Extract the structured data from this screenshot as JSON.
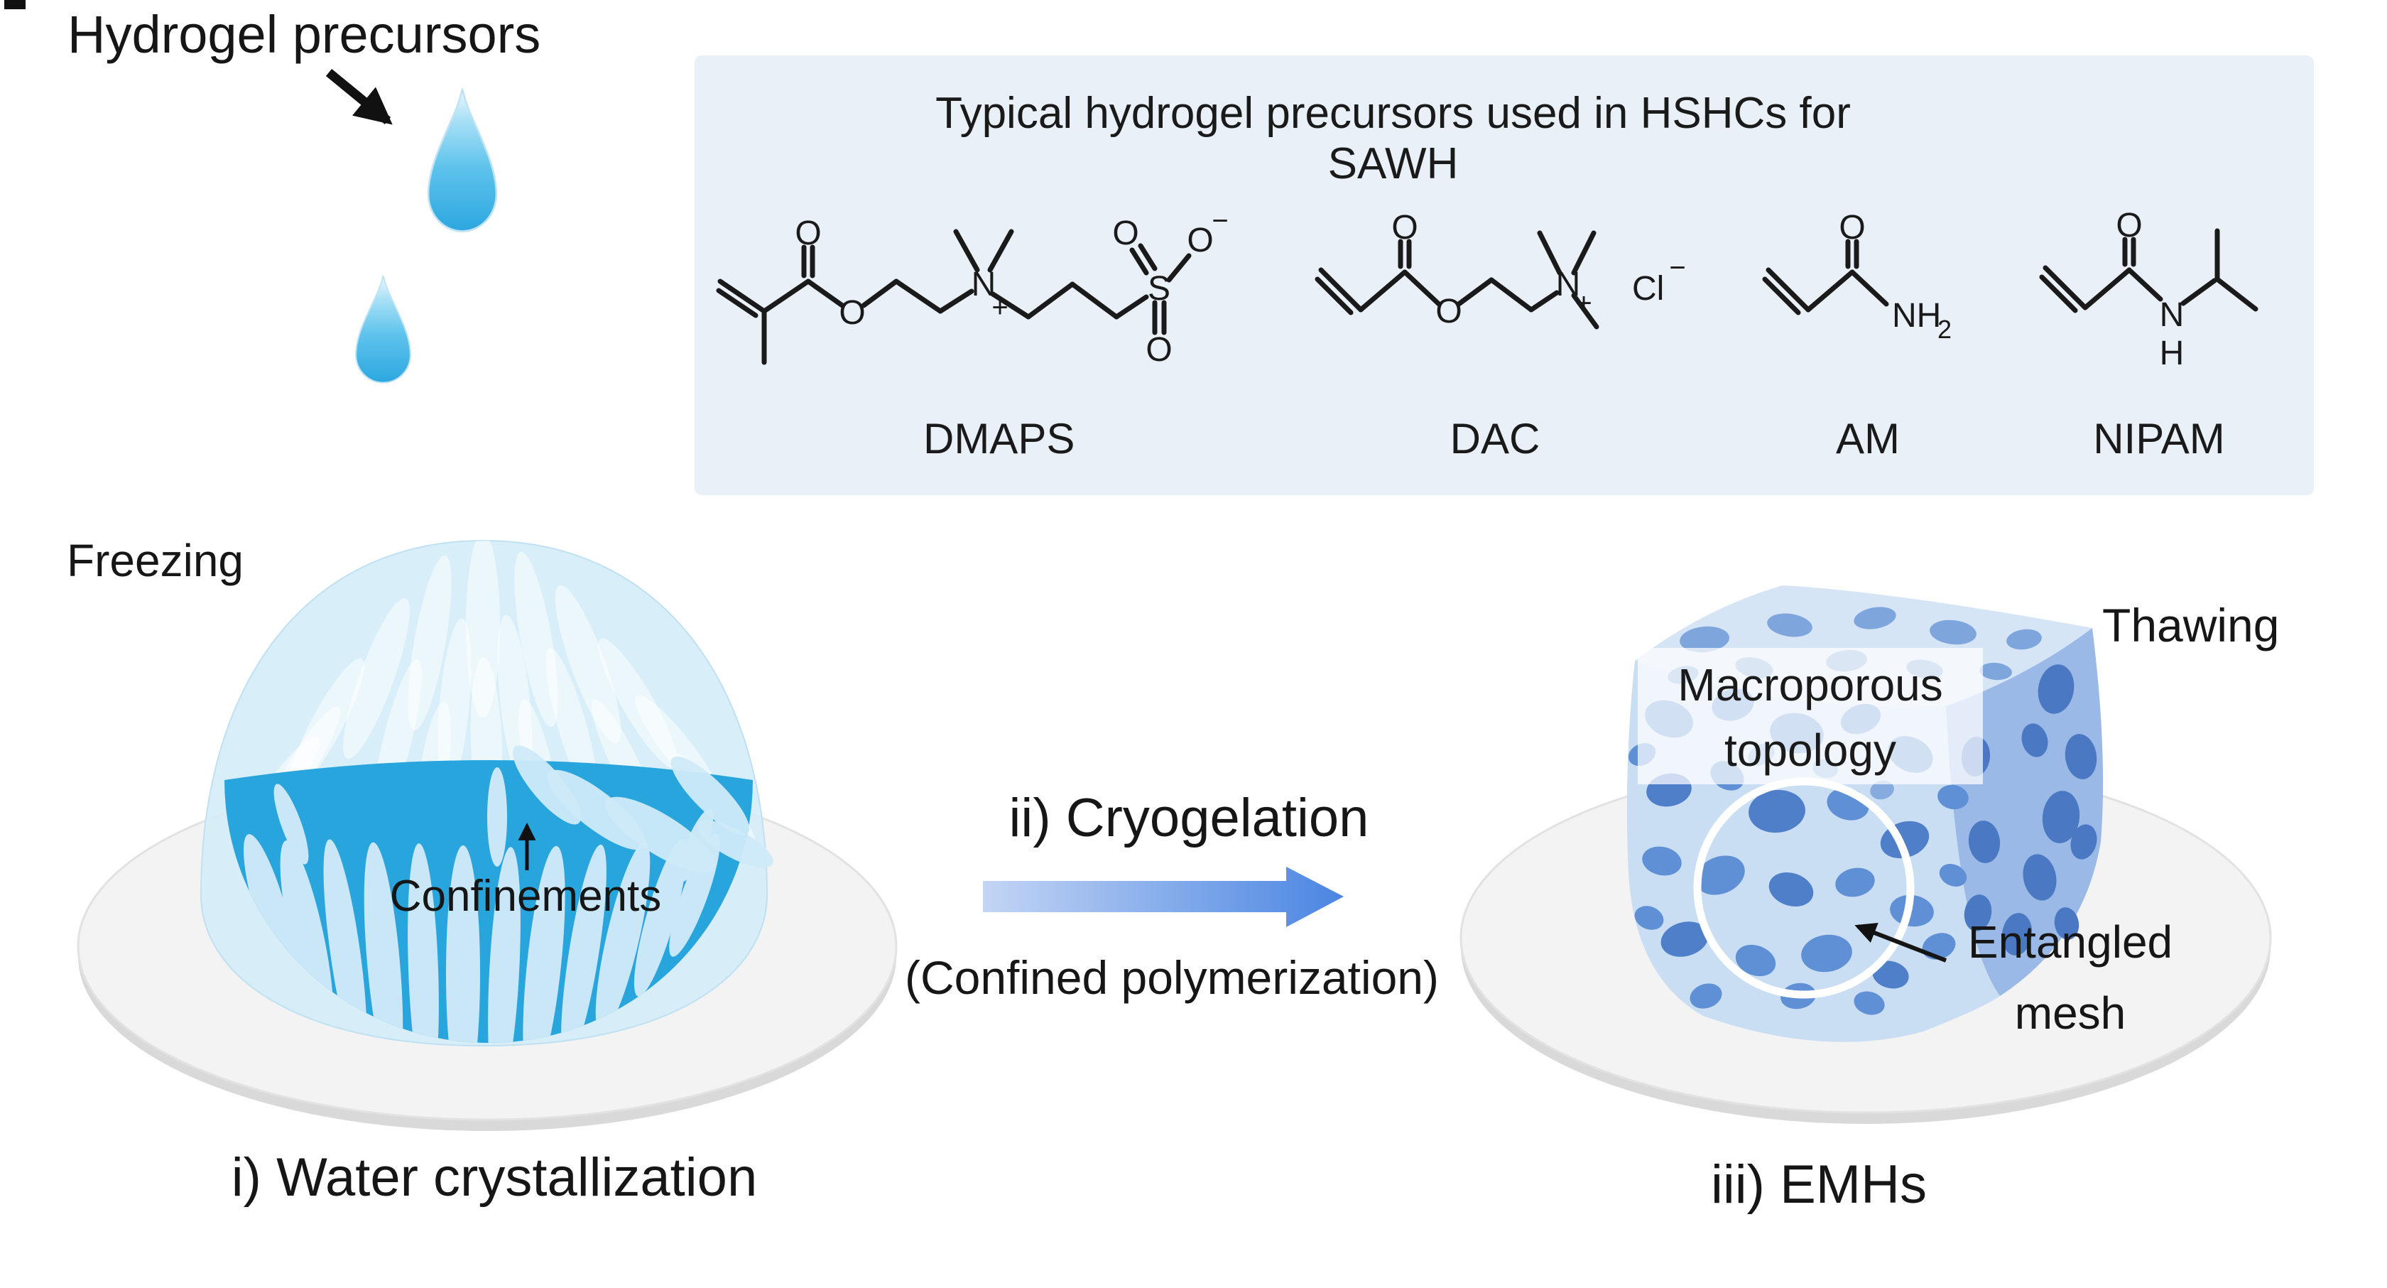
{
  "figure": {
    "top_left": {
      "label": "Hydrogel precursors"
    },
    "precursor_box": {
      "title": "Typical hydrogel precursors used in HSHCs for SAWH",
      "molecules": [
        {
          "name": "DMAPS",
          "atoms": {
            "carbonyl_o": "O",
            "ester_o": "O",
            "n": "N",
            "plus": "+",
            "s": "S",
            "s_o_left": "O",
            "s_o_bottom": "O",
            "s_o_right": "O",
            "minus": "−"
          }
        },
        {
          "name": "DAC",
          "atoms": {
            "carbonyl_o": "O",
            "ester_o": "O",
            "n": "N",
            "plus": "+",
            "cl": "Cl",
            "minus": "−"
          }
        },
        {
          "name": "AM",
          "atoms": {
            "carbonyl_o": "O",
            "amide": "NH",
            "amide_sub": "2"
          }
        },
        {
          "name": "NIPAM",
          "atoms": {
            "carbonyl_o": "O",
            "n": "N",
            "h": "H"
          }
        }
      ]
    },
    "left_scene": {
      "freezing": "Freezing",
      "confinements": "Confinements",
      "caption": "i) Water crystallization"
    },
    "process": {
      "step": "ii) Cryogelation",
      "note": "(Confined polymerization)"
    },
    "right_scene": {
      "thawing": "Thawing",
      "macroporous_line1": "Macroporous",
      "macroporous_line2": "topology",
      "entangled_line1": "Entangled",
      "entangled_line2": "mesh",
      "caption": "iii) EMHs"
    },
    "colors": {
      "droplet_blue": "#2ca7e0",
      "dome_blue": "#d3ecf8",
      "confinement_blue": "#29a5de",
      "ice_leaf_blue": "#c9e7f6",
      "plate_gray": "#f2f2f2",
      "box_background": "#e9f0f8",
      "process_arrow_start": "#c3d5f4",
      "process_arrow_end": "#4a85e2",
      "cube_front": "#c9def3",
      "cube_top": "#d6e5f6",
      "cube_side": "#9ab9e6",
      "pore_blue": "#5f8fd4",
      "text": "#1a1a1a"
    }
  }
}
